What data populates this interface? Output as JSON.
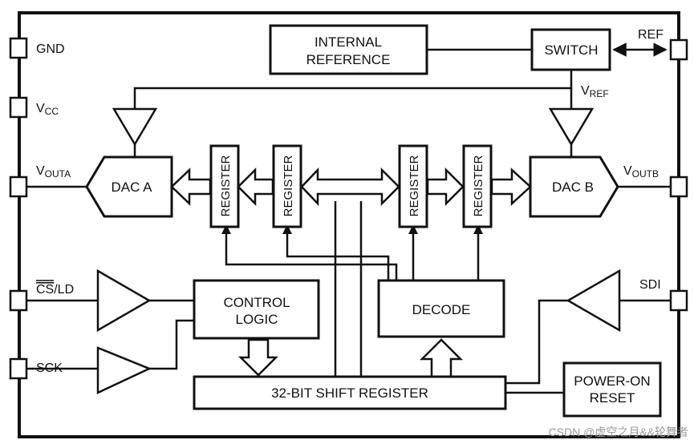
{
  "pins": {
    "gnd": "GND",
    "vcc_main": "V",
    "vcc_sub": "CC",
    "vouta_main": "V",
    "vouta_sub": "OUTA",
    "cs_main": "CS",
    "cs_rest": "/LD",
    "sck": "SCK",
    "ref": "REF",
    "voutb_main": "V",
    "voutb_sub": "OUTB",
    "sdi": "SDI"
  },
  "blocks": {
    "internal_reference_line1": "INTERNAL",
    "internal_reference_line2": "REFERENCE",
    "switch": "SWITCH",
    "vref_main": "V",
    "vref_sub": "REF",
    "dac_a": "DAC A",
    "dac_b": "DAC B",
    "register": "REGISTER",
    "control_logic_line1": "CONTROL",
    "control_logic_line2": "LOGIC",
    "decode": "DECODE",
    "shift_register": "32-BIT SHIFT REGISTER",
    "power_on_reset_line1": "POWER-ON",
    "power_on_reset_line2": "RESET"
  },
  "watermark": "CSDN @虚空之月&&轮舞者"
}
